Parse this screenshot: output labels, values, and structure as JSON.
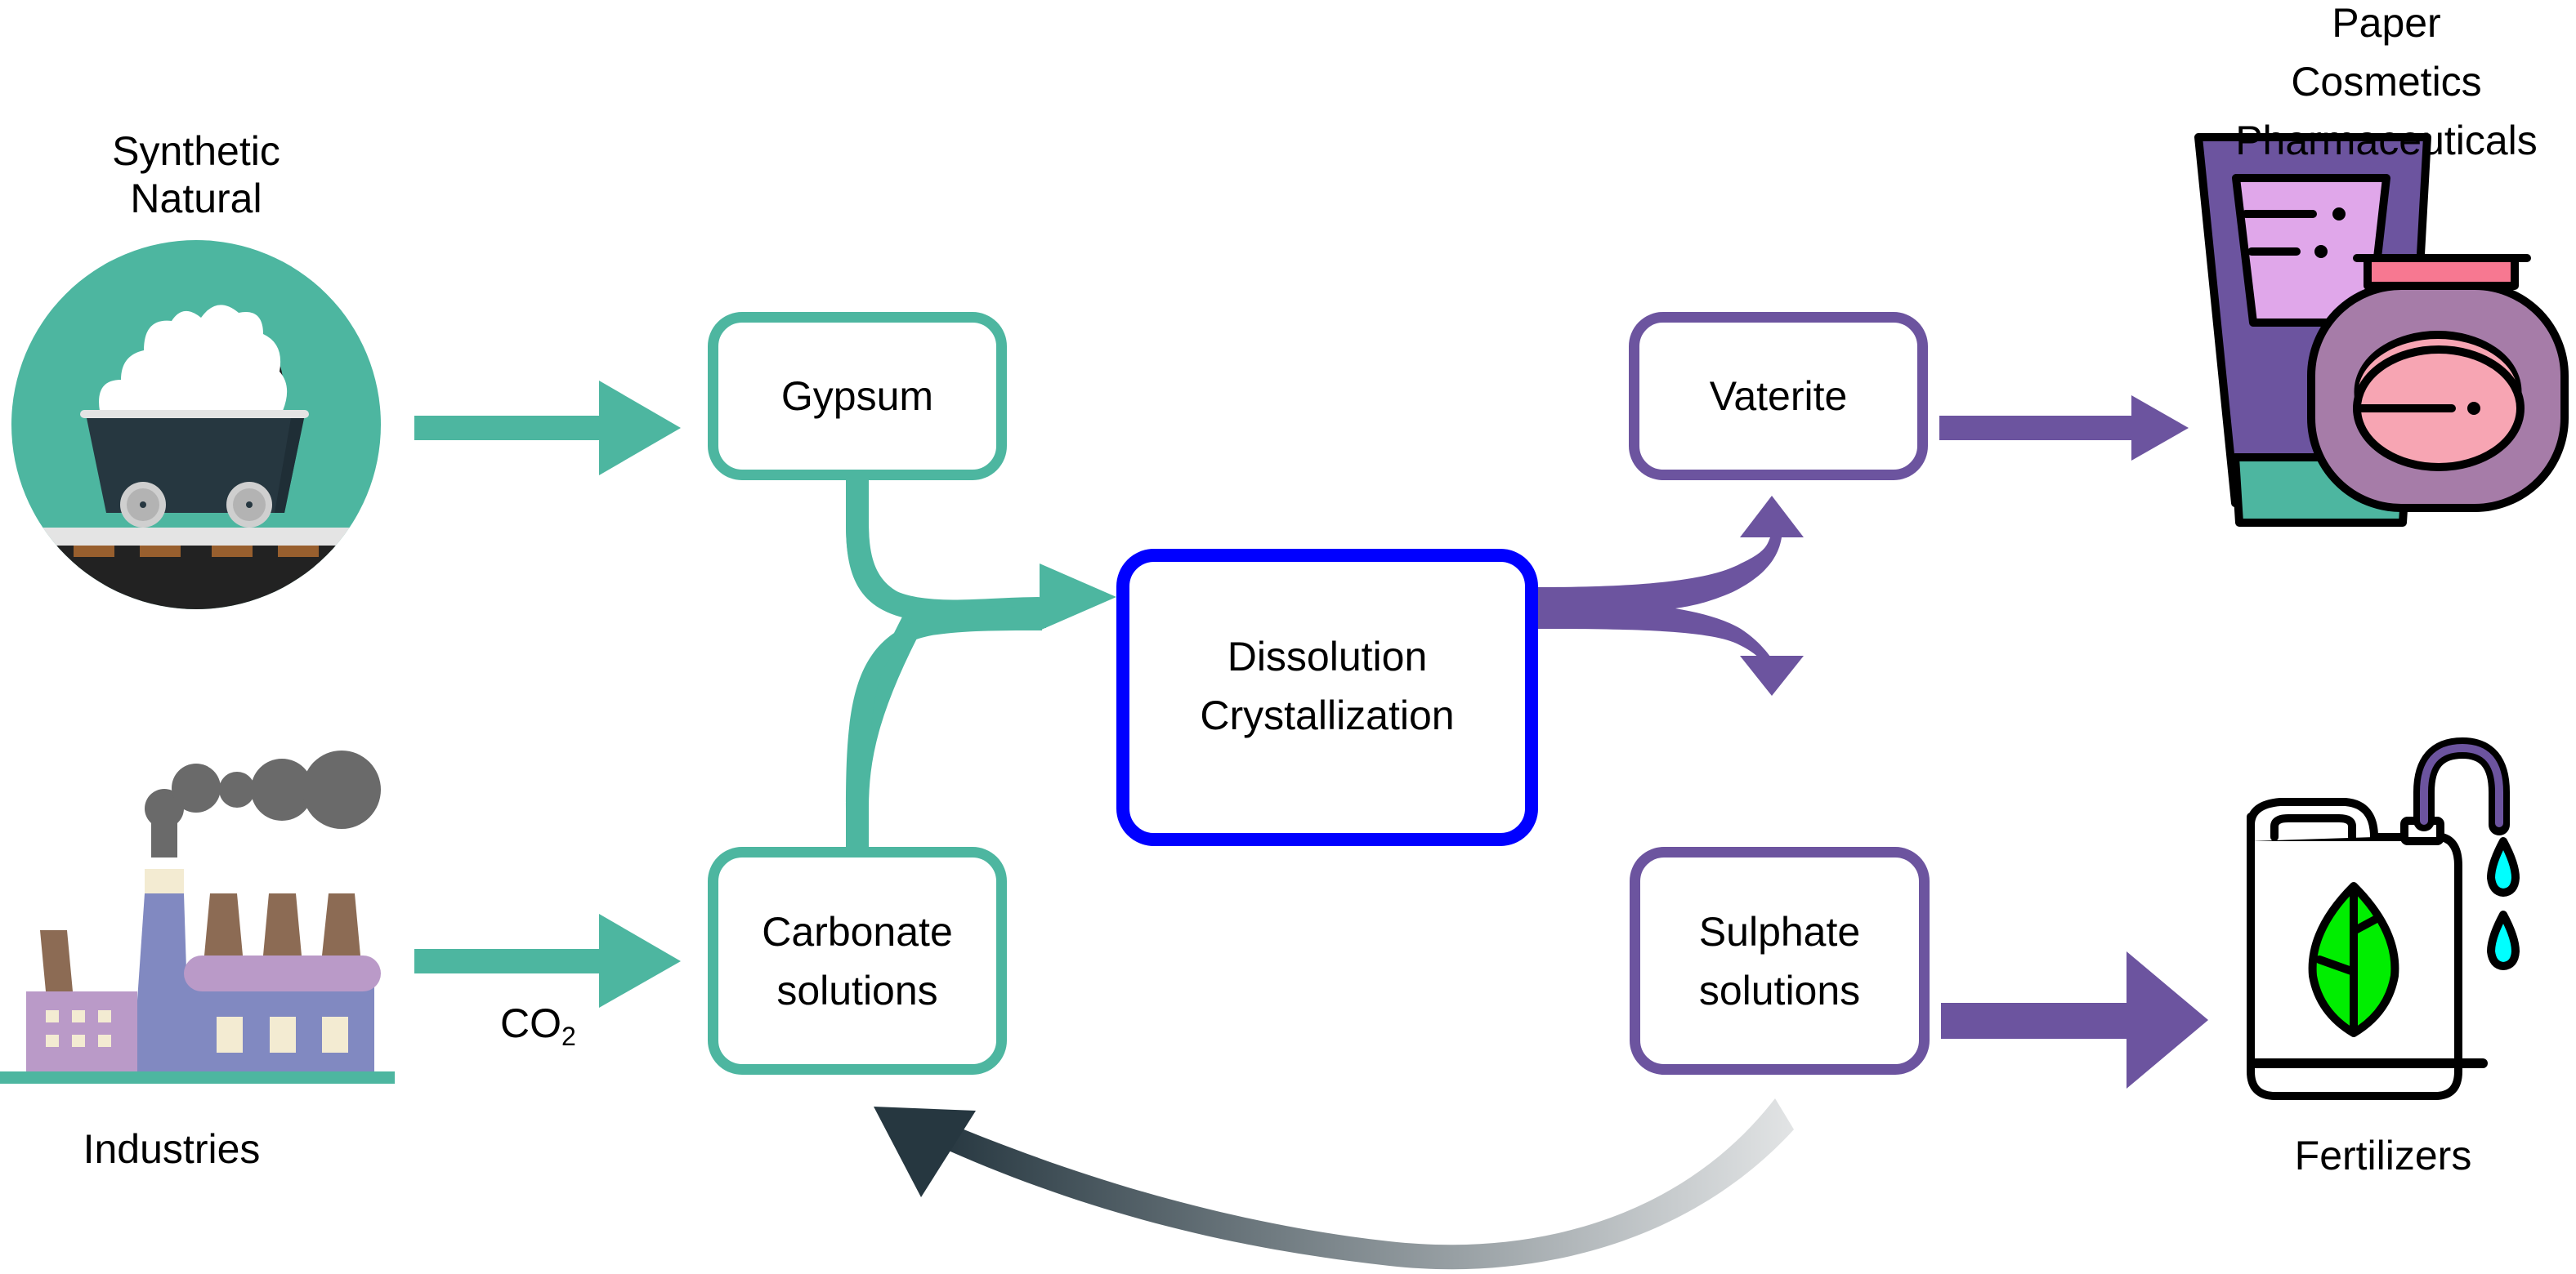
{
  "diagram": {
    "title": "Gypsum and CO2 valorization via dissolution-crystallization",
    "colors": {
      "teal": "#4db6a0",
      "purple": "#6c549f",
      "center_border": "#0000ff",
      "cycle_arrow_dark": "#263740",
      "cycle_arrow_light": "#e2e4e5"
    },
    "sources": {
      "mine": {
        "label_line1": "Synthetic",
        "label_line2": "Natural",
        "icon": "mine-cart-icon"
      },
      "factory": {
        "label": "Industries",
        "icon": "factory-icon"
      },
      "co2_label": {
        "main": "CO",
        "subscript": "2"
      }
    },
    "inputs": {
      "gypsum": {
        "label": "Gypsum"
      },
      "carbonate": {
        "line1": "Carbonate",
        "line2": "solutions"
      }
    },
    "process": {
      "line1": "Dissolution",
      "line2": "Crystallization",
      "icon": "gears-icon"
    },
    "outputs": {
      "vaterite": {
        "label": "Vaterite"
      },
      "sulphate": {
        "line1": "Sulphate",
        "line2": "solutions"
      }
    },
    "applications": {
      "vaterite_uses": {
        "line1": "Paper",
        "line2": "Cosmetics",
        "line3": "Pharmaceuticals",
        "icon": "cosmetics-icon"
      },
      "sulphate_uses": {
        "label": "Fertilizers",
        "icon": "fertilizer-can-icon"
      }
    },
    "edges": [
      {
        "from": "mine",
        "to": "gypsum"
      },
      {
        "from": "factory",
        "to": "carbonate",
        "label": "CO2"
      },
      {
        "from": "gypsum",
        "to": "process"
      },
      {
        "from": "carbonate",
        "to": "process"
      },
      {
        "from": "process",
        "to": "vaterite"
      },
      {
        "from": "process",
        "to": "sulphate"
      },
      {
        "from": "vaterite",
        "to": "vaterite_uses"
      },
      {
        "from": "sulphate",
        "to": "sulphate_uses"
      },
      {
        "from": "sulphate",
        "to": "carbonate",
        "type": "recycle"
      }
    ]
  }
}
